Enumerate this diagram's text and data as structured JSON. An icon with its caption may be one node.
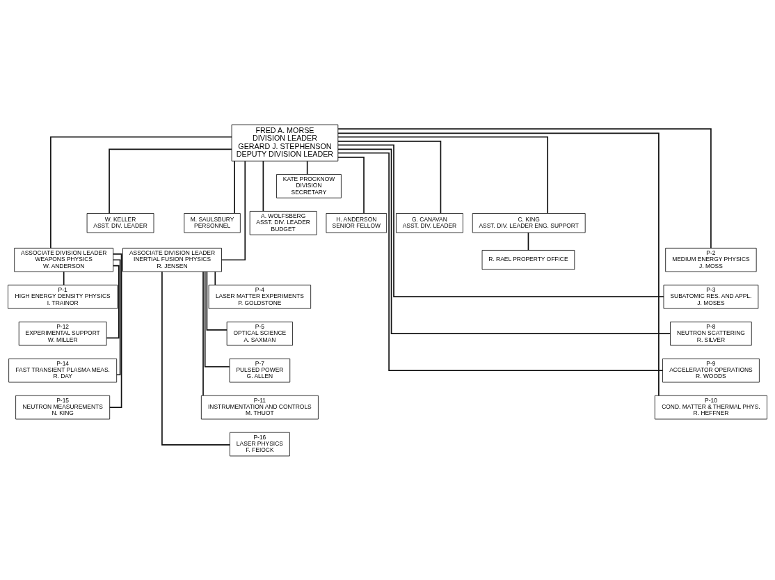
{
  "diagram": {
    "nodes": [
      {
        "text": [
          "FRED A. MORSE",
          "DIVISION LEADER",
          "GERARD J. STEPHENSON",
          "DEPUTY DIVISION LEADER"
        ]
      },
      {
        "text": [
          "KATE PROCKNOW",
          "DIVISION",
          "SECRETARY"
        ]
      },
      {
        "text": [
          "W. KELLER",
          "ASST. DIV. LEADER"
        ]
      },
      {
        "text": [
          "M. SAULSBURY",
          "PERSONNEL"
        ]
      },
      {
        "text": [
          "A. WOLFSBERG",
          "ASST. DIV. LEADER",
          "BUDGET"
        ]
      },
      {
        "text": [
          "H. ANDERSON",
          "SENIOR FELLOW"
        ]
      },
      {
        "text": [
          "G. CANAVAN",
          "ASST. DIV. LEADER"
        ]
      },
      {
        "text": [
          "C. KING",
          "ASST. DIV. LEADER ENG. SUPPORT"
        ]
      },
      {
        "text": [
          "R. RAEL PROPERTY OFFICE"
        ]
      },
      {
        "text": [
          "ASSOCIATE DIVISION LEADER",
          "WEAPONS PHYSICS",
          "W. ANDERSON"
        ]
      },
      {
        "text": [
          "P-1",
          "HIGH ENERGY DENSITY PHYSICS",
          "I. TRAINOR"
        ]
      },
      {
        "text": [
          "P-12",
          "EXPERIMENTAL SUPPORT",
          "W. MILLER"
        ]
      },
      {
        "text": [
          "P-14",
          "FAST TRANSIENT PLASMA MEAS.",
          "R. DAY"
        ]
      },
      {
        "text": [
          "P-15",
          "NEUTRON MEASUREMENTS",
          "N. KING"
        ]
      },
      {
        "text": [
          "ASSOCIATE DIVISION LEADER",
          "INERTIAL FUSION PHYSICS",
          "R. JENSEN"
        ]
      },
      {
        "text": [
          "P-4",
          "LASER MATTER EXPERIMENTS",
          "P. GOLDSTONE"
        ]
      },
      {
        "text": [
          "P-5",
          "OPTICAL SCIENCE",
          "A. SAXMAN"
        ]
      },
      {
        "text": [
          "P-7",
          "PULSED POWER",
          "G. ALLEN"
        ]
      },
      {
        "text": [
          "P-11",
          "INSTRUMENTATION AND CONTROLS",
          "M. THUOT"
        ]
      },
      {
        "text": [
          "P-16",
          "LASER PHYSICS",
          "F. FEIOCK"
        ]
      },
      {
        "text": [
          "P-2",
          "MEDIUM ENERGY PHYSICS",
          "J. MOSS"
        ]
      },
      {
        "text": [
          "P-3",
          "SUBATOMIC RES. AND APPL.",
          "J. MOSES"
        ]
      },
      {
        "text": [
          "P-8",
          "NEUTRON SCATTERING",
          "R. SILVER"
        ]
      },
      {
        "text": [
          "P-9",
          "ACCELERATOR OPERATIONS",
          "R. WOODS"
        ]
      },
      {
        "text": [
          "P-10",
          "COND. MATTER & THERMAL PHYS.",
          "R. HEFFNER"
        ]
      }
    ],
    "edges": [
      {
        "from": 0,
        "to": 1,
        "arrow": "none"
      },
      {
        "from": 0,
        "to": 2,
        "arrow": "none"
      },
      {
        "from": 0,
        "to": 3,
        "arrow": "none"
      },
      {
        "from": 0,
        "to": 4,
        "arrow": "none"
      },
      {
        "from": 0,
        "to": 5,
        "arrow": "none"
      },
      {
        "from": 0,
        "to": 6,
        "arrow": "none"
      },
      {
        "from": 0,
        "to": 7,
        "arrow": "none"
      },
      {
        "from": 7,
        "to": 8,
        "arrow": "none"
      },
      {
        "from": 0,
        "to": 9,
        "arrow": "none"
      },
      {
        "from": 0,
        "to": 14,
        "arrow": "none"
      },
      {
        "from": 0,
        "to": 20,
        "arrow": "none"
      },
      {
        "from": 0,
        "to": 21,
        "arrow": "none"
      },
      {
        "from": 0,
        "to": 22,
        "arrow": "none"
      },
      {
        "from": 0,
        "to": 23,
        "arrow": "none"
      },
      {
        "from": 0,
        "to": 24,
        "arrow": "none"
      },
      {
        "from": 9,
        "to": 10,
        "arrow": "none"
      },
      {
        "from": 9,
        "to": 11,
        "arrow": "none"
      },
      {
        "from": 9,
        "to": 12,
        "arrow": "none"
      },
      {
        "from": 9,
        "to": 13,
        "arrow": "none"
      },
      {
        "from": 14,
        "to": 15,
        "arrow": "none"
      },
      {
        "from": 14,
        "to": 16,
        "arrow": "none"
      },
      {
        "from": 14,
        "to": 17,
        "arrow": "none"
      },
      {
        "from": 14,
        "to": 18,
        "arrow": "none"
      },
      {
        "from": 14,
        "to": 19,
        "arrow": "none"
      }
    ]
  }
}
